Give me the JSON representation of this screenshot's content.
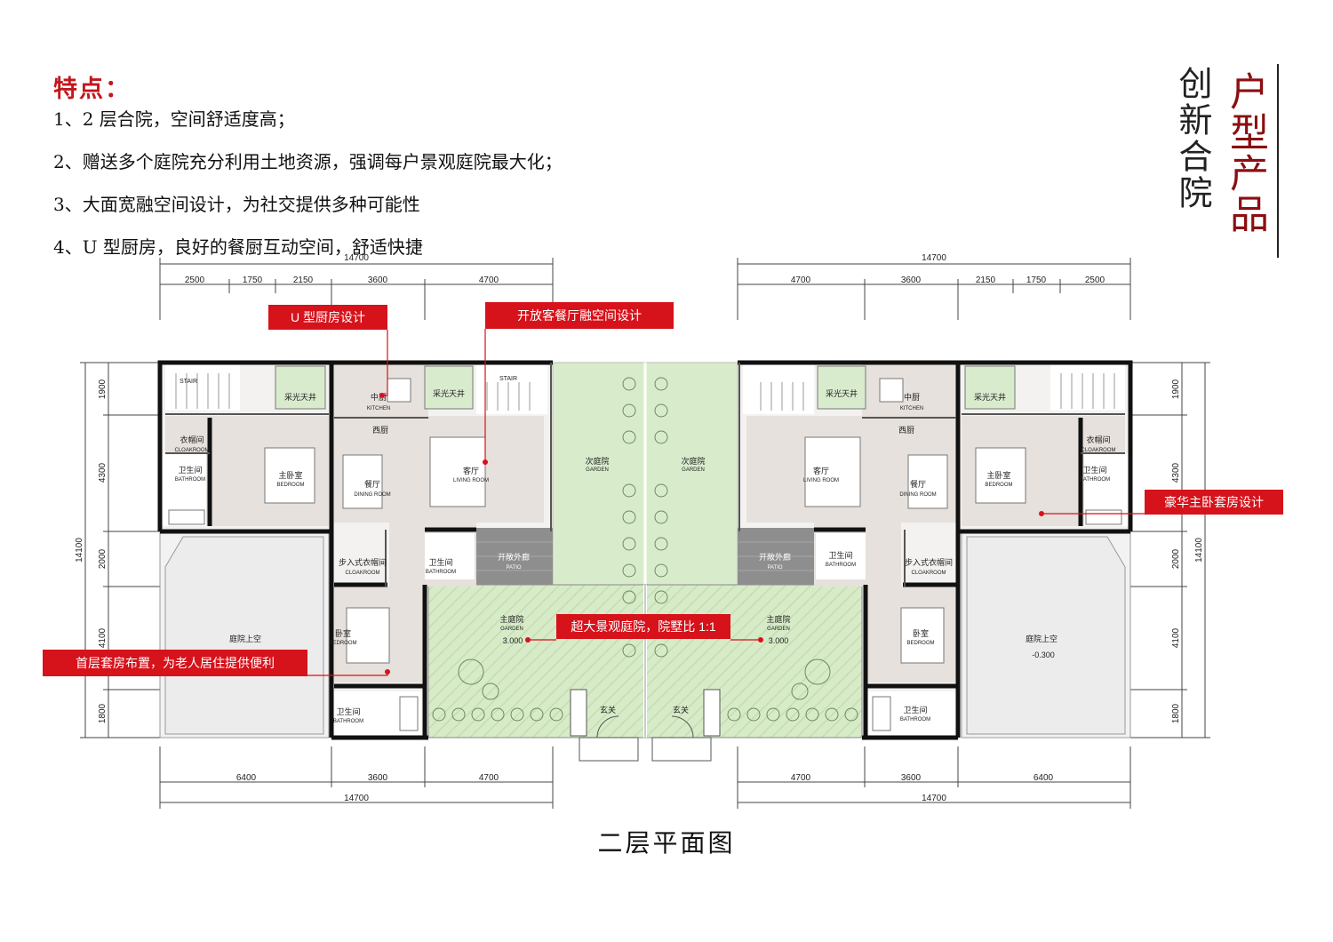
{
  "heading": "特点：",
  "features": [
    "1、2 层合院，空间舒适度高；",
    "2、赠送多个庭院充分利用土地资源，强调每户景观庭院最大化；",
    "3、大面宽融空间设计，为社交提供多种可能性",
    "4、U 型厨房，良好的餐厨互动空间，舒适快捷"
  ],
  "title_main": "户型产品",
  "title_sub": "创新合院",
  "caption": "二层平面图",
  "dimensions": {
    "total": "14700",
    "top_left": [
      "2500",
      "1750",
      "2150",
      "3600",
      "4700"
    ],
    "top_right": [
      "4700",
      "3600",
      "2150",
      "1750",
      "2500"
    ],
    "bottom_left": [
      "6400",
      "3600",
      "4700"
    ],
    "bottom_right": [
      "4700",
      "3600",
      "6400"
    ],
    "side_segments": [
      "1900",
      "4300",
      "2000",
      "4100",
      "1800"
    ],
    "side_total": "14100"
  },
  "rooms": {
    "stair": "STAIR",
    "skylight": "采光天井",
    "kitchen": "中厨",
    "kitchen_en": "KITCHEN",
    "western_kitchen": "西厨",
    "cloakroom": "衣帽间",
    "cloakroom_en": "CLOAKROOM",
    "bathroom": "卫生间",
    "bathroom_en": "BATHROOM",
    "master_bedroom": "主卧室",
    "bedroom_en": "BEDROOM",
    "dining": "餐厅",
    "dining_en": "DINING ROOM",
    "living": "客厅",
    "living_en": "LIVING ROOM",
    "secondary_garden": "次庭院",
    "garden_en": "GARDEN",
    "patio": "开敞外廊",
    "patio_en": "PATIO",
    "walkin_closet": "步入式衣帽间",
    "bedroom": "卧室",
    "main_garden": "主庭院",
    "entrance": "玄关",
    "void": "庭院上空",
    "elev_garden": "3.000",
    "elev_void": "-0.300"
  },
  "callouts": {
    "kitchen": "U 型厨房设计",
    "living": "开放客餐厅融空间设计",
    "master": "豪华主卧套房设计",
    "garden": "超大景观庭院，院墅比 1:1",
    "elderly": "首层套房布置，为老人居住提供便利"
  },
  "colors": {
    "accent": "#d6121b",
    "title": "#8b0e12",
    "garden_green": "#d6e9c6",
    "room_floor": "#e6e1dc",
    "wall": "#111111",
    "void_grey": "#f2f2f2",
    "patio_grey": "#8e8e8e"
  }
}
